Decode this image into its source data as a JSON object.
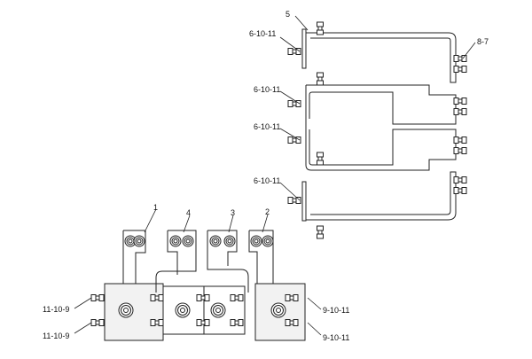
{
  "labels": {
    "callout_1": "1",
    "callout_2": "2",
    "callout_3": "3",
    "callout_4": "4",
    "callout_5": "5",
    "callout_8_7": "8-7",
    "callout_6_10_11_a": "6-10-11",
    "callout_6_10_11_b": "6-10-11",
    "callout_6_10_11_c": "6-10-11",
    "callout_6_10_11_d": "6-10-11",
    "callout_11_10_9_a": "11-10-9",
    "callout_11_10_9_b": "11-10-9",
    "callout_9_10_11_a": "9-10-11",
    "callout_9_10_11_b": "9-10-11"
  },
  "colors": {
    "line": "#222222",
    "background": "#ffffff",
    "shade": "#f2f2f2"
  }
}
